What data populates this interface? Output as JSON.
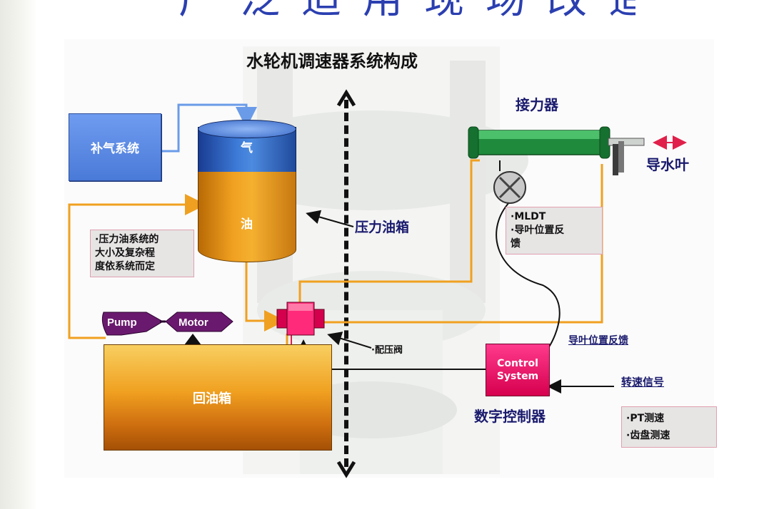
{
  "slide_title": "广泛适用现场改造",
  "diagram": {
    "title": "水轮机调速器系统构成",
    "supply_system": "补气系统",
    "tank_gas": "气",
    "tank_oil": "油",
    "pressure_tank": "压力油箱",
    "note_pressure_system": [
      "·压力油系统的",
      "大小及复杂程",
      "度依系统而定"
    ],
    "pump": "Pump",
    "motor": "Motor",
    "return_tank": "回油箱",
    "pilot_valve": "·配压阀",
    "servomotor": "接力器",
    "guide_vane": "导水叶",
    "mldt_note": [
      "·MLDT",
      "·导叶位置反",
      "馈"
    ],
    "feedback": "导叶位置反馈",
    "control_system": [
      "Control",
      "System"
    ],
    "digital_controller": "数字控制器",
    "speed_signal": "转速信号",
    "speed_note": [
      "·PT测速",
      "·齿盘测速"
    ]
  },
  "colors": {
    "oil_pipe": "#f0a020",
    "air_pipe": "#6a9be8",
    "signal_line": "#111111",
    "arrow_red": "#e0204a",
    "servomotor": "#1f8a3c",
    "control_box": "#e0105a",
    "pump_motor": "#6a1a6e"
  }
}
